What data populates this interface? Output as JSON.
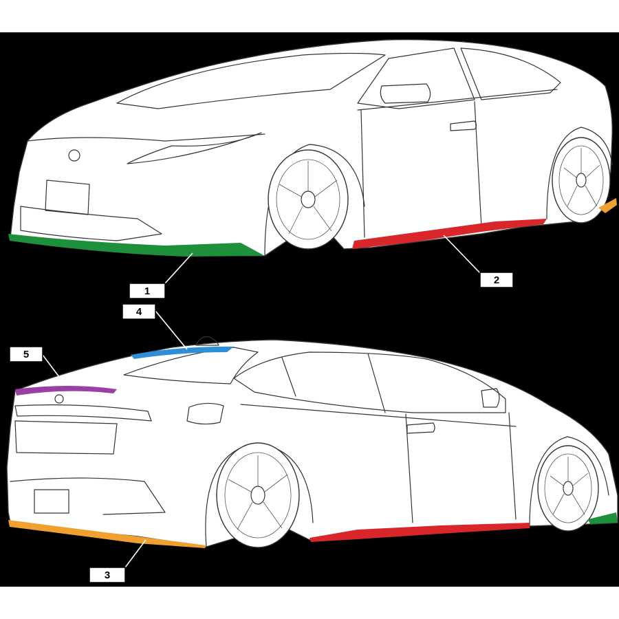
{
  "callouts": [
    {
      "id": "1",
      "label": "1"
    },
    {
      "id": "2",
      "label": "2"
    },
    {
      "id": "3",
      "label": "3"
    },
    {
      "id": "4",
      "label": "4"
    },
    {
      "id": "5",
      "label": "5"
    }
  ],
  "part_colors": {
    "part_1": "#1e8f3a",
    "part_2": "#d8262a",
    "part_3": "#f0a030",
    "part_4": "#2f8fd6",
    "part_5": "#9a3fa6"
  },
  "background": "#000000"
}
